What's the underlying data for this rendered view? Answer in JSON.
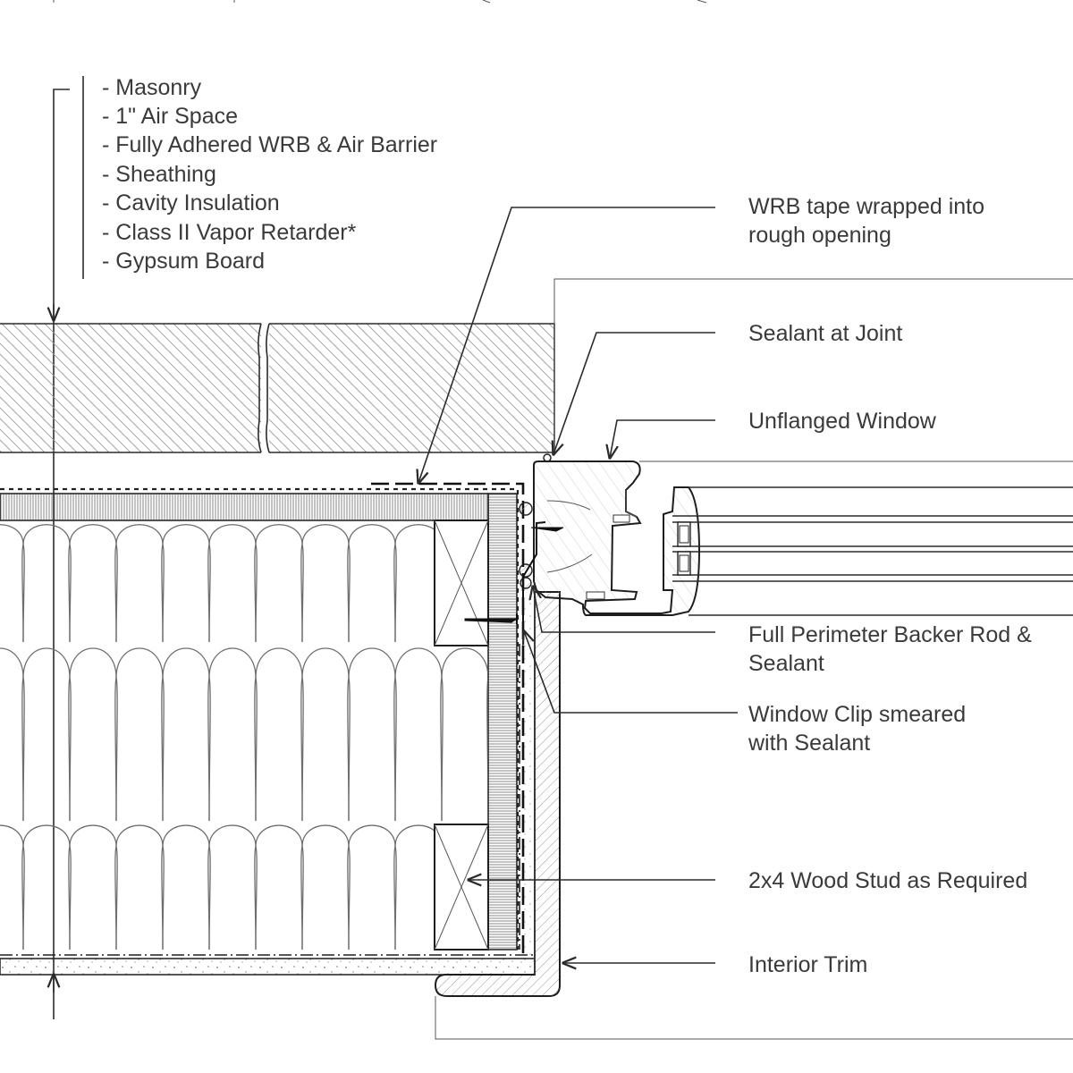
{
  "assembly_list": [
    "- Masonry",
    "- 1\" Air Space",
    "- Fully Adhered WRB & Air Barrier",
    "- Sheathing",
    "- Cavity Insulation",
    "- Class II Vapor Retarder*",
    "- Gypsum Board"
  ],
  "callouts": {
    "wrb_tape": [
      "WRB tape wrapped into",
      "rough opening"
    ],
    "sealant_joint": [
      "Sealant at Joint"
    ],
    "unflanged_window": [
      "Unflanged Window"
    ],
    "backer_rod": [
      "Full Perimeter Backer Rod &",
      "Sealant"
    ],
    "window_clip": [
      "Window Clip smeared",
      "with Sealant"
    ],
    "wood_stud": [
      "2x4 Wood Stud as Required"
    ],
    "interior_trim": [
      "Interior Trim"
    ]
  }
}
